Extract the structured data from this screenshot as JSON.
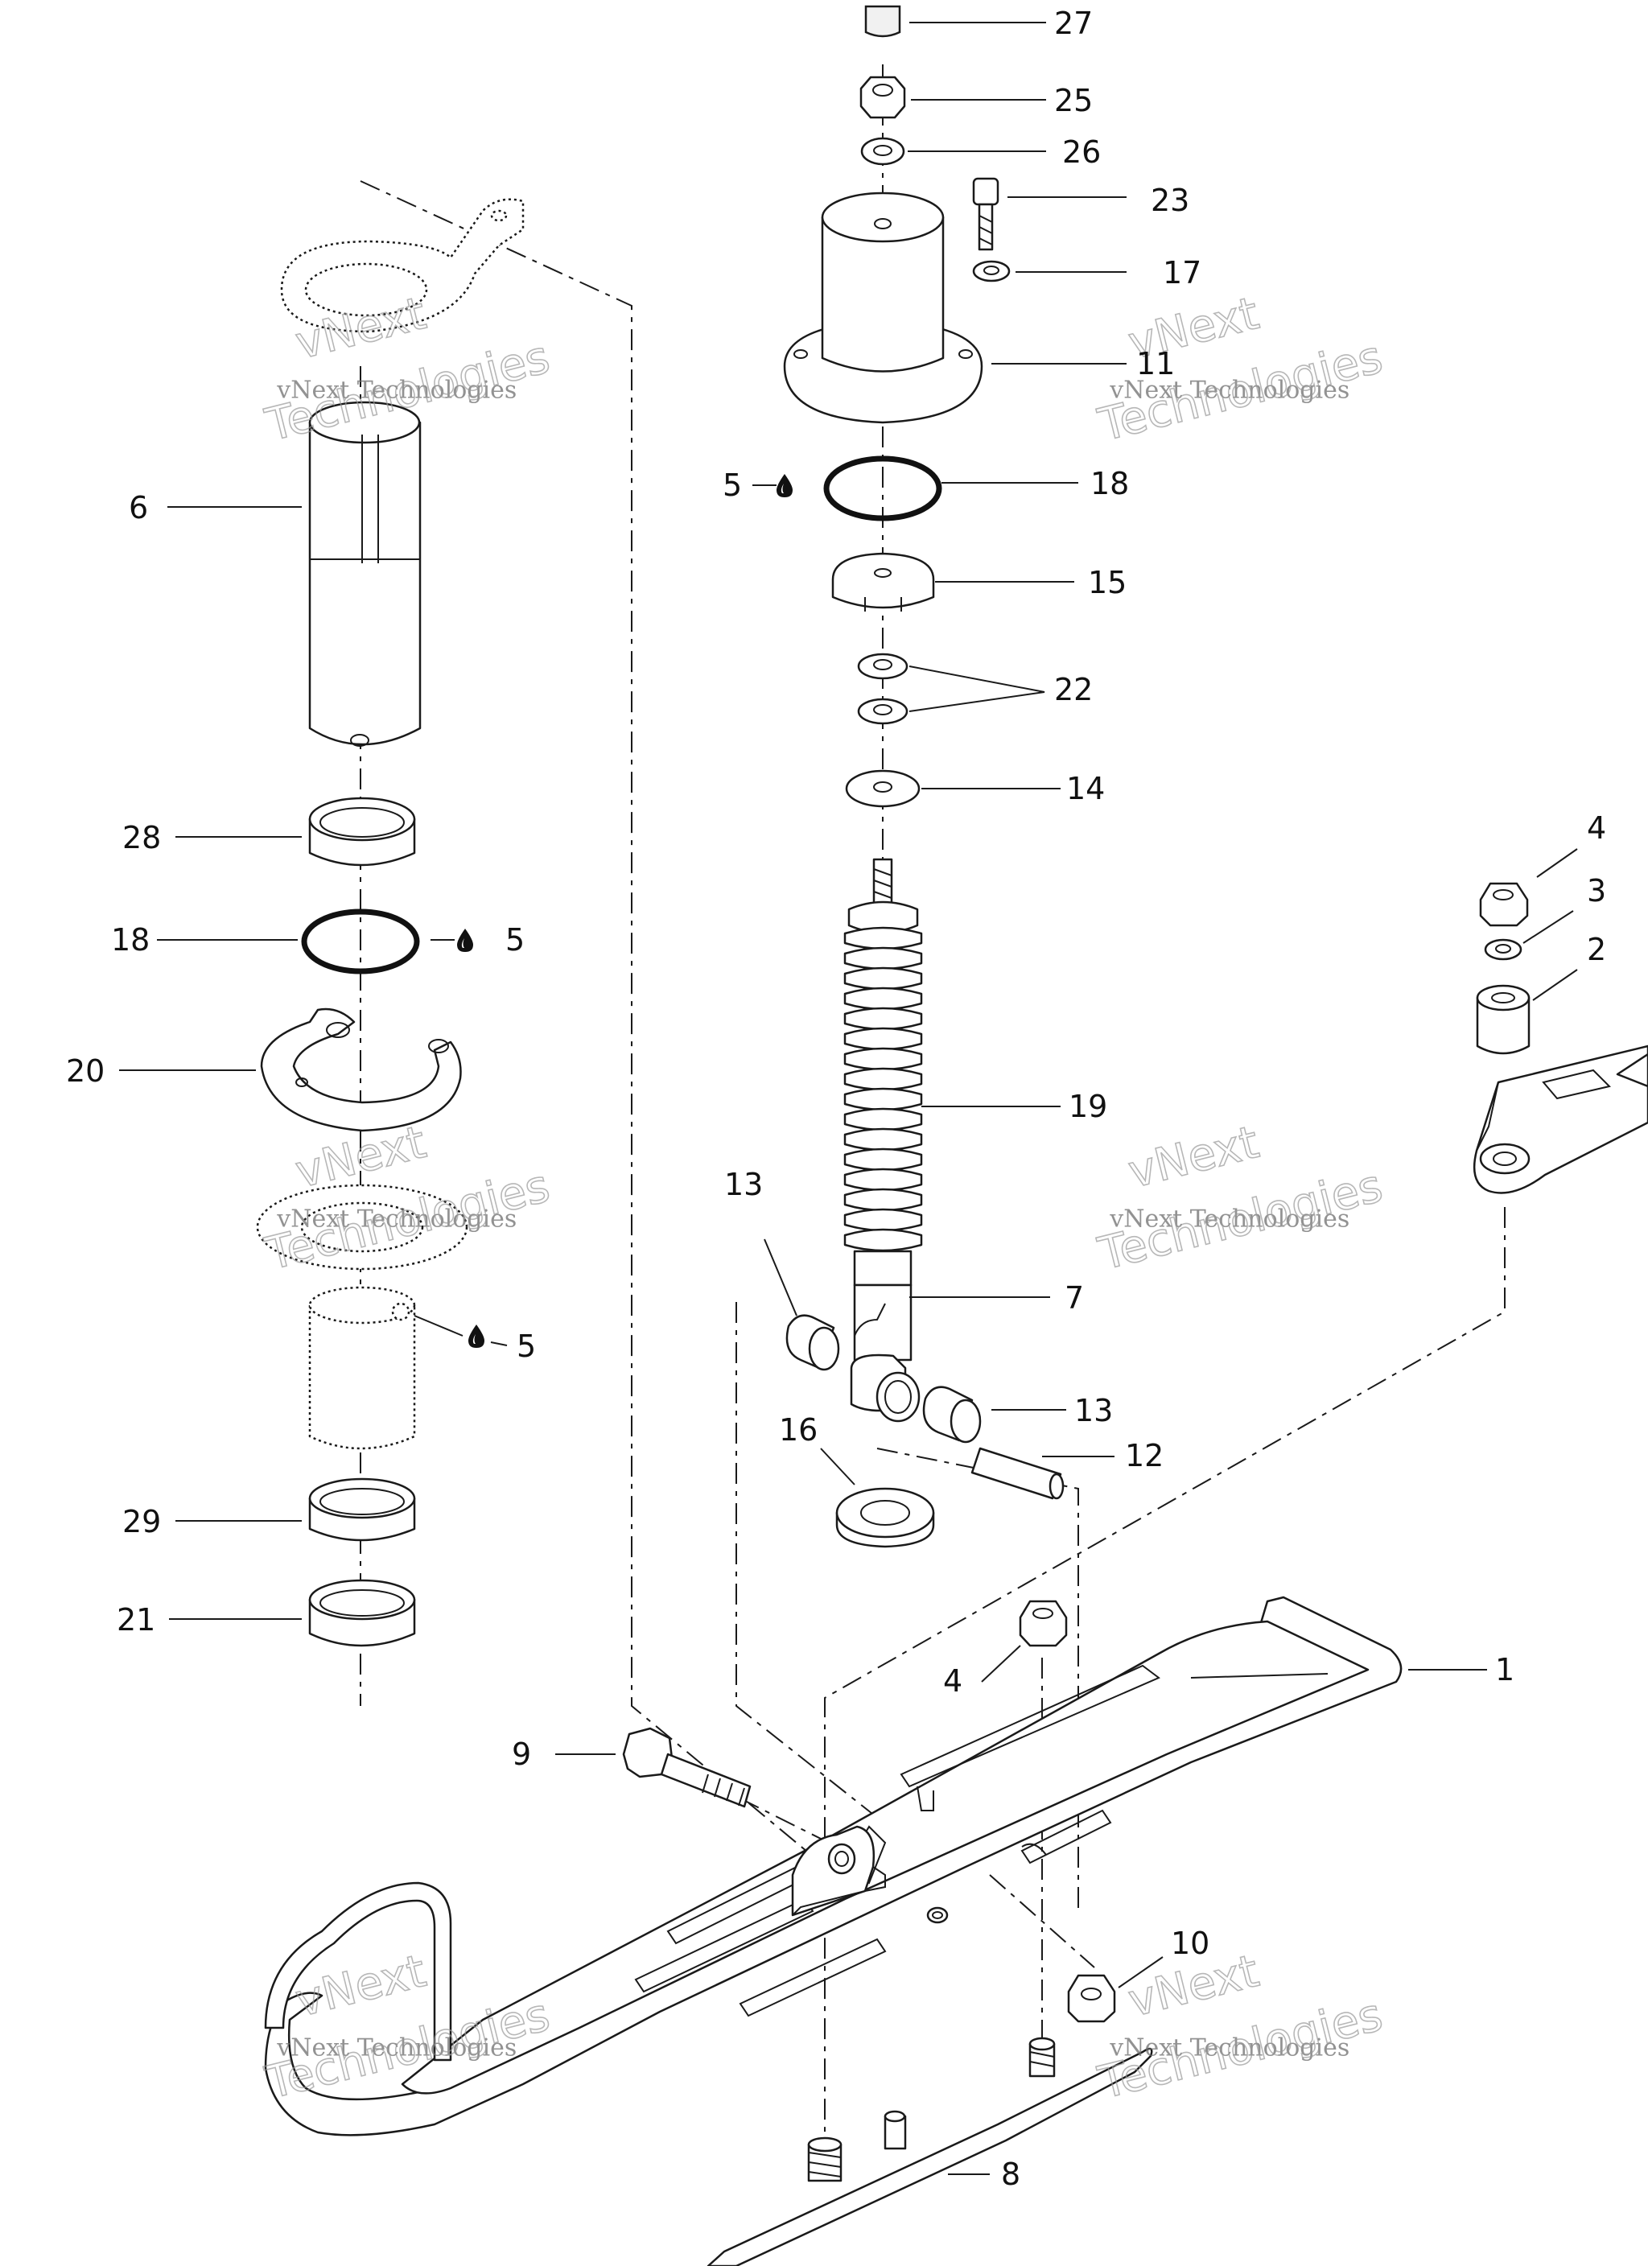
{
  "watermark": {
    "line1": "vNext",
    "line2": "vNext Technologies",
    "line3": "Technologies"
  },
  "lubricant_symbol": "drop-icon",
  "callouts": [
    {
      "id": "c27",
      "label": "27"
    },
    {
      "id": "c25",
      "label": "25"
    },
    {
      "id": "c26",
      "label": "26"
    },
    {
      "id": "c23",
      "label": "23"
    },
    {
      "id": "c17",
      "label": "17"
    },
    {
      "id": "c11",
      "label": "11"
    },
    {
      "id": "c5a",
      "label": "5"
    },
    {
      "id": "c18a",
      "label": "18"
    },
    {
      "id": "c15",
      "label": "15"
    },
    {
      "id": "c22",
      "label": "22"
    },
    {
      "id": "c14",
      "label": "14"
    },
    {
      "id": "c4a",
      "label": "4"
    },
    {
      "id": "c3",
      "label": "3"
    },
    {
      "id": "c2",
      "label": "2"
    },
    {
      "id": "c19",
      "label": "19"
    },
    {
      "id": "c13a",
      "label": "13"
    },
    {
      "id": "c7",
      "label": "7"
    },
    {
      "id": "c13b",
      "label": "13"
    },
    {
      "id": "c16",
      "label": "16"
    },
    {
      "id": "c12",
      "label": "12"
    },
    {
      "id": "c6",
      "label": "6"
    },
    {
      "id": "c28",
      "label": "28"
    },
    {
      "id": "c18b",
      "label": "18"
    },
    {
      "id": "c5b",
      "label": "5"
    },
    {
      "id": "c20",
      "label": "20"
    },
    {
      "id": "c5c",
      "label": "5"
    },
    {
      "id": "c29",
      "label": "29"
    },
    {
      "id": "c21",
      "label": "21"
    },
    {
      "id": "c1",
      "label": "1"
    },
    {
      "id": "c4b",
      "label": "4"
    },
    {
      "id": "c9",
      "label": "9"
    },
    {
      "id": "c10",
      "label": "10"
    },
    {
      "id": "c8",
      "label": "8"
    }
  ]
}
